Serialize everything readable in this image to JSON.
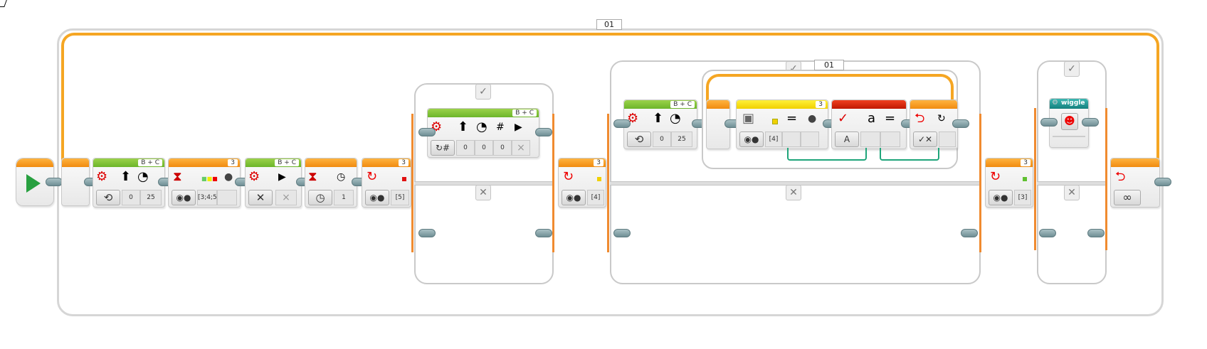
{
  "loop_outer": {
    "label": "01",
    "mode_icon": "infinity-icon",
    "mode_text": "∞"
  },
  "start": {
    "icon": "play-icon"
  },
  "blocks": {
    "move_steering_1": {
      "ports": "B + C",
      "mode": "on",
      "steering": "0",
      "power": "25"
    },
    "wait_color": {
      "port": "3",
      "mode": "compare-color",
      "colors": "[3;4;5]"
    },
    "move_steering_2": {
      "ports": "B + C",
      "mode": "off",
      "brake": "×"
    },
    "wait_time": {
      "mode": "time",
      "seconds": "1"
    },
    "switch1_sensor": {
      "port": "3",
      "value": "[5]",
      "indicator_color": "#e01010"
    },
    "switch1_move": {
      "ports": "B + C",
      "mode": "degrees",
      "steering": "0",
      "power": "0",
      "degrees": "0",
      "brake": "×"
    },
    "switch2_sensor": {
      "port": "3",
      "value": "[4]",
      "indicator_color": "#f0d000"
    },
    "switch2_move": {
      "ports": "B + C",
      "mode": "on",
      "steering": "0",
      "power": "25"
    },
    "inner_loop": {
      "label": "01"
    },
    "color_compare": {
      "port": "3",
      "value": "[4]",
      "op": "="
    },
    "logic": {
      "mode": "A",
      "op": "=",
      "a": "a"
    },
    "loop_interrupt": {
      "icon": "loop-interrupt-icon"
    },
    "switch3_sensor": {
      "port": "3",
      "value": "[3]",
      "indicator_color": "#60c030"
    },
    "myblock": {
      "name": "wiggle"
    }
  },
  "switch_tabs": {
    "true": "✓",
    "false": "✕"
  }
}
